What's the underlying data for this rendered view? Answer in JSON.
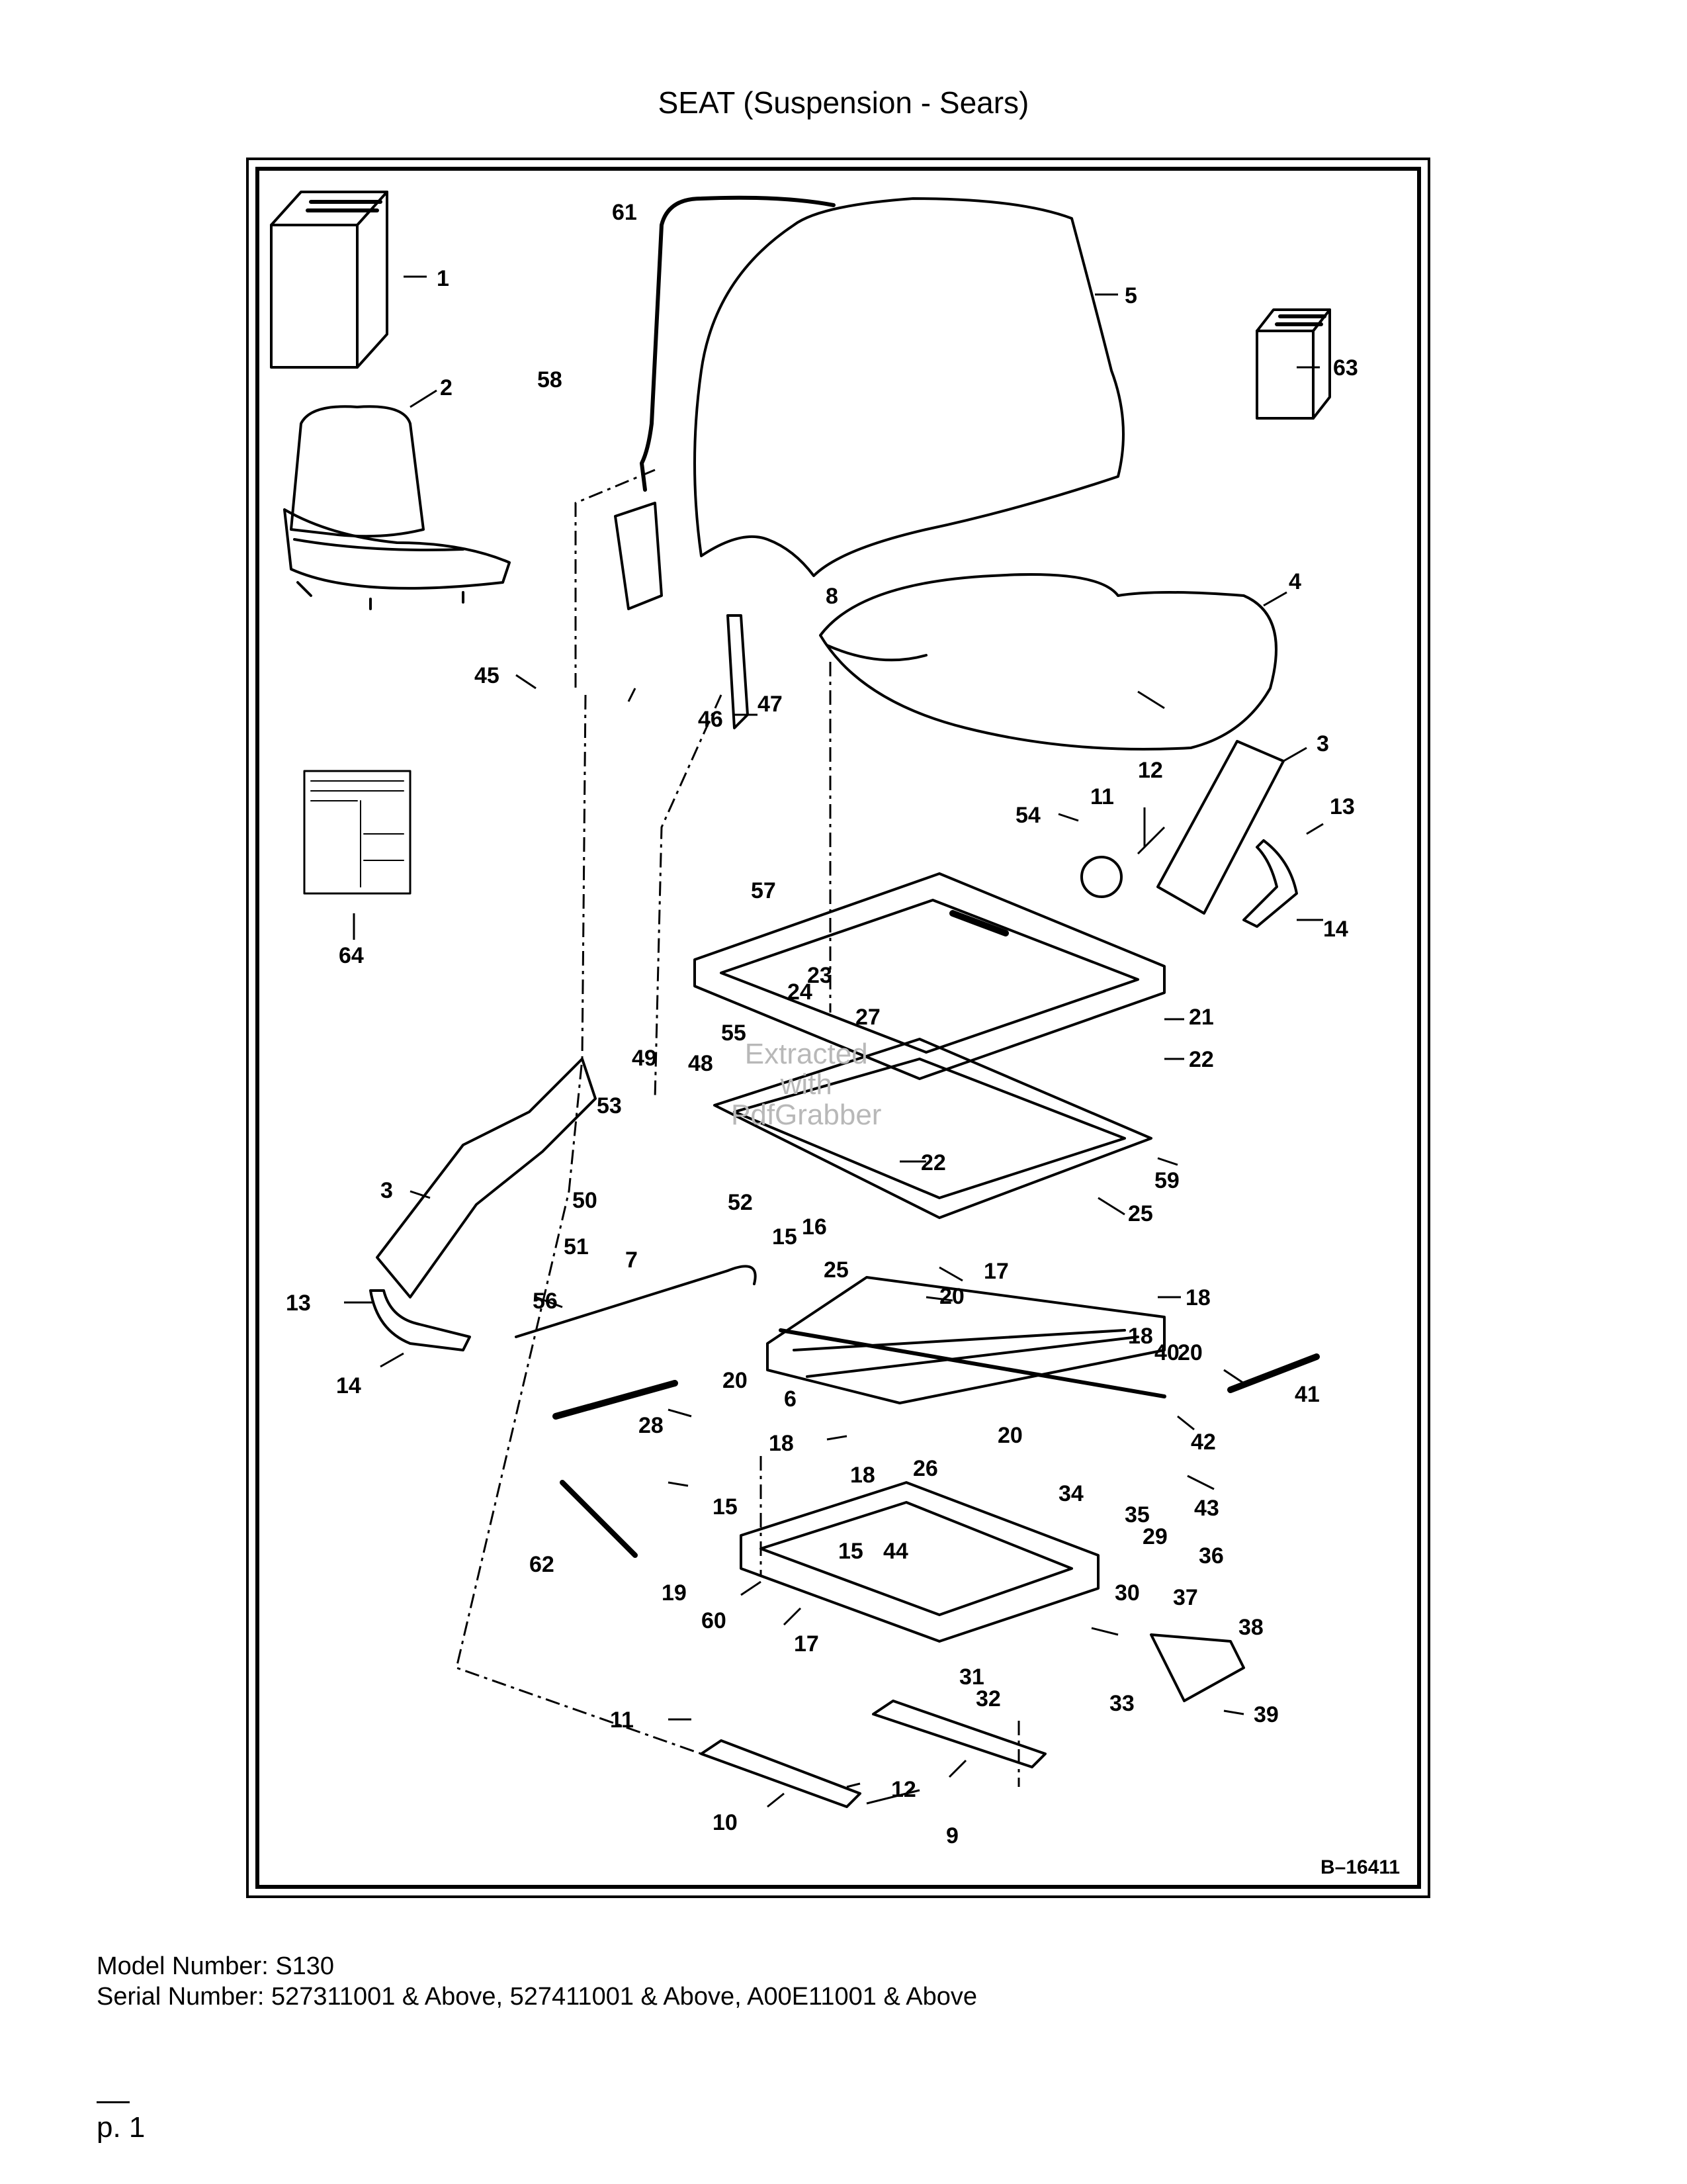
{
  "title": "SEAT (Suspension - Sears)",
  "drawing_number": "B–16411",
  "footer": {
    "model": "Model Number: S130",
    "serial": "Serial Number: 527311001 & Above, 527411001 & Above, A00E11001 & Above"
  },
  "page": "p. 1",
  "watermark": {
    "line1": "Extracted",
    "line2": "with",
    "line3": "PdfGrabber"
  },
  "callouts": [
    "1",
    "2",
    "3",
    "3",
    "4",
    "5",
    "6",
    "7",
    "8",
    "9",
    "10",
    "11",
    "11",
    "12",
    "12",
    "13",
    "13",
    "14",
    "14",
    "15",
    "15",
    "15",
    "16",
    "17",
    "17",
    "18",
    "18",
    "18",
    "18",
    "19",
    "20",
    "20",
    "20",
    "20",
    "21",
    "22",
    "22",
    "23",
    "24",
    "25",
    "25",
    "26",
    "27",
    "28",
    "29",
    "30",
    "31",
    "32",
    "33",
    "34",
    "35",
    "36",
    "37",
    "38",
    "39",
    "40",
    "41",
    "42",
    "43",
    "44",
    "45",
    "46",
    "47",
    "48",
    "49",
    "50",
    "51",
    "52",
    "53",
    "54",
    "55",
    "56",
    "57",
    "58",
    "59",
    "60",
    "61",
    "62",
    "63",
    "64"
  ]
}
